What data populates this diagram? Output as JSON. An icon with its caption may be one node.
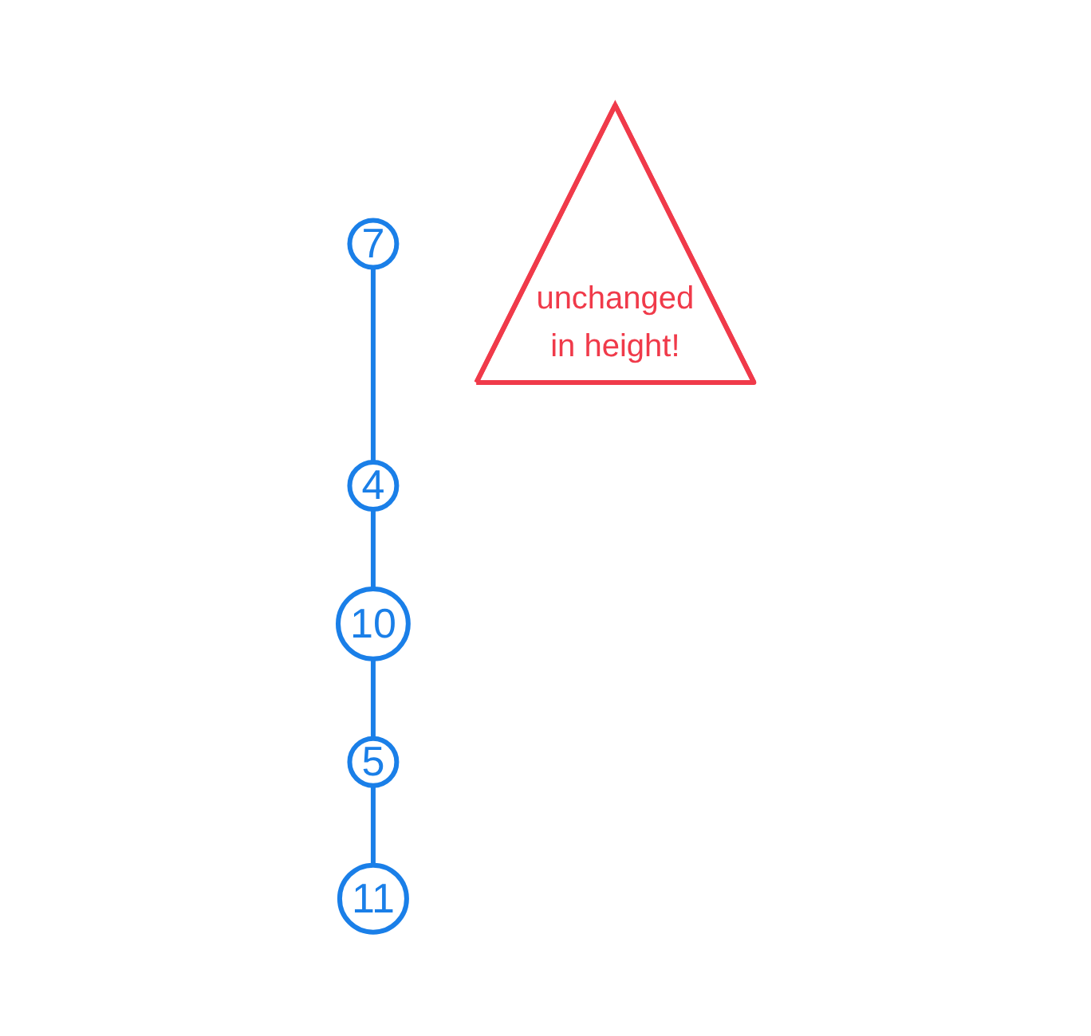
{
  "diagram": {
    "nodes": [
      {
        "text": [
          "7"
        ]
      },
      {
        "text": [
          "unchanged",
          "in height!"
        ]
      },
      {
        "text": [
          "4"
        ]
      },
      {
        "text": [
          "10"
        ]
      },
      {
        "text": [
          "5"
        ]
      },
      {
        "text": [
          "11"
        ]
      }
    ],
    "edges": [
      {
        "from": 0,
        "to": 2,
        "arrow": "none"
      },
      {
        "from": 2,
        "to": 3,
        "arrow": "none"
      },
      {
        "from": 3,
        "to": 4,
        "arrow": "none"
      },
      {
        "from": 4,
        "to": 5,
        "arrow": "none"
      }
    ]
  }
}
